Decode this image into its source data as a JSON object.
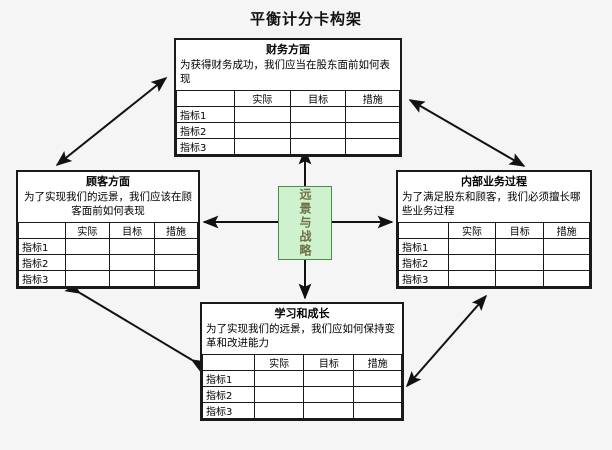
{
  "page": {
    "title": "平衡计分卡构架",
    "background_color": "#f5f5f5",
    "center_fill_color": "#cdf2cd",
    "center_border_color": "#4a8a4a"
  },
  "center": {
    "label": "远景与战略"
  },
  "table_headers": {
    "blank": "",
    "actual": "实际",
    "target": "目标",
    "measure": "措施"
  },
  "row_labels": {
    "r1": "指标1",
    "r2": "指标2",
    "r3": "指标3"
  },
  "panels": {
    "financial": {
      "title": "财务方面",
      "desc": "为获得财务成功，我们应当在股东面前如何表现"
    },
    "customer": {
      "title": "顾客方面",
      "desc": "为了实现我们的远景，我们应该在顾客面前如何表现"
    },
    "internal": {
      "title": "内部业务过程",
      "desc": "为了满足股东和顾客，我们必须擅长哪些业务过程"
    },
    "learning": {
      "title": "学习和成长",
      "desc": "为了实现我们的远景，我们应如何保持变革和改进能力"
    }
  },
  "connectors": {
    "center_up": "arrow-up",
    "center_down": "arrow-down",
    "center_left": "arrow-left",
    "center_right": "arrow-right",
    "diag_customer_financial": "double-arrow",
    "diag_financial_internal": "double-arrow",
    "diag_customer_learning": "double-arrow",
    "diag_learning_internal": "double-arrow"
  }
}
